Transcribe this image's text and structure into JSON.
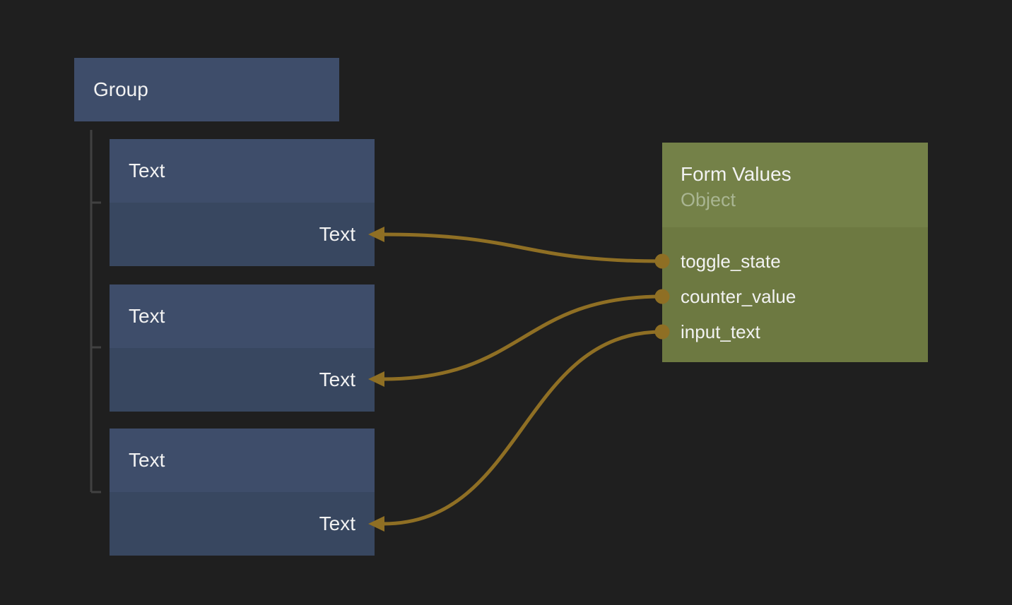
{
  "colors": {
    "canvas-bg": "#1f1f1f",
    "node-blue-header": "#3e4d6a",
    "node-blue-body": "#384760",
    "node-green-header": "#748148",
    "node-green-body": "#6d7941",
    "wire-gold": "#8f6f24",
    "tree-line": "#414141",
    "text-primary": "#f2f2f2",
    "text-subtitle": "#a9b592"
  },
  "group_node": {
    "title": "Group"
  },
  "text_nodes": [
    {
      "title": "Text",
      "input_label": "Text"
    },
    {
      "title": "Text",
      "input_label": "Text"
    },
    {
      "title": "Text",
      "input_label": "Text"
    }
  ],
  "form_node": {
    "title": "Form Values",
    "subtitle": "Object",
    "outputs": [
      "toggle_state",
      "counter_value",
      "input_text"
    ]
  },
  "connections": [
    {
      "from": "toggle_state",
      "to": "text-node-1-input"
    },
    {
      "from": "counter_value",
      "to": "text-node-2-input"
    },
    {
      "from": "input_text",
      "to": "text-node-3-input"
    }
  ]
}
